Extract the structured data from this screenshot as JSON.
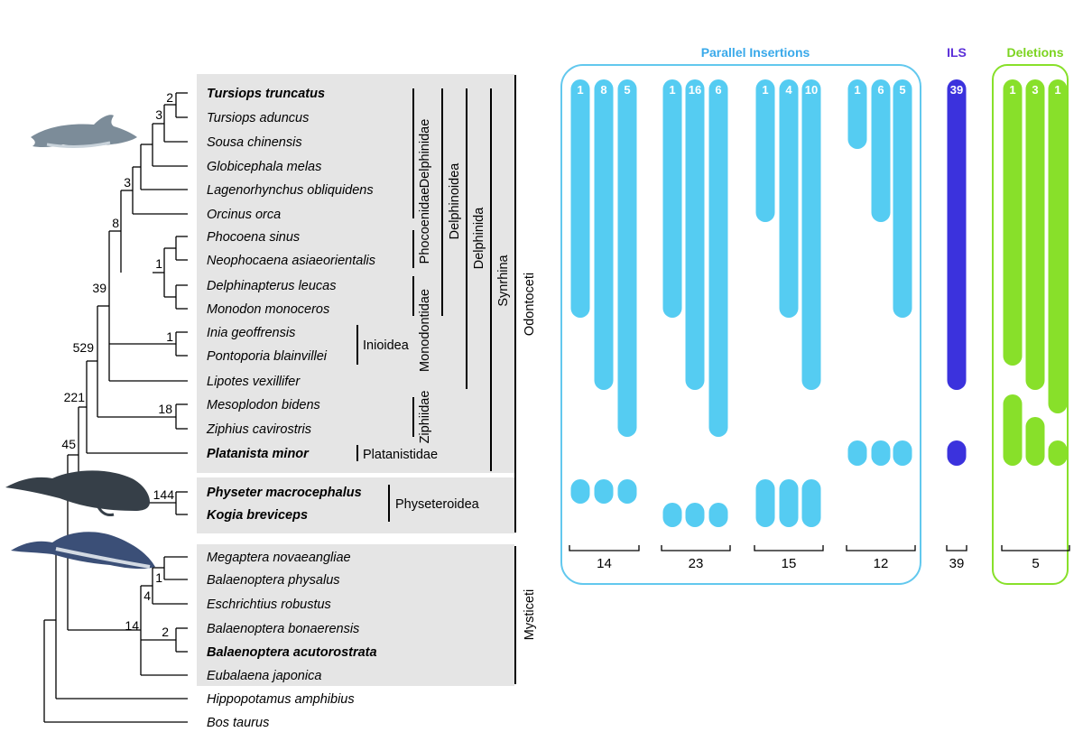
{
  "headers": {
    "parallel": "Parallel Insertions",
    "ils": "ILS",
    "deletions": "Deletions"
  },
  "colors": {
    "parallel": "#55ccf2",
    "parallel_border": "#62c8ee",
    "ils": "#3b32dd",
    "ils_header": "#5b2fd9",
    "deletions": "#88e02a",
    "panel_gray": "#e5e5e5",
    "line": "#000000"
  },
  "species": [
    {
      "name": "Tursiops truncatus",
      "bold": true
    },
    {
      "name": "Tursiops aduncus",
      "bold": false
    },
    {
      "name": "Sousa chinensis",
      "bold": false
    },
    {
      "name": "Globicephala melas",
      "bold": false
    },
    {
      "name": "Lagenorhynchus obliquidens",
      "bold": false
    },
    {
      "name": "Orcinus orca",
      "bold": false
    },
    {
      "name": "Phocoena sinus",
      "bold": false
    },
    {
      "name": "Neophocaena asiaeorientalis",
      "bold": false
    },
    {
      "name": "Delphinapterus leucas",
      "bold": false
    },
    {
      "name": "Monodon monoceros",
      "bold": false
    },
    {
      "name": "Inia geoffrensis",
      "bold": false
    },
    {
      "name": "Pontoporia blainvillei",
      "bold": false
    },
    {
      "name": "Lipotes vexillifer",
      "bold": false
    },
    {
      "name": "Mesoplodon bidens",
      "bold": false
    },
    {
      "name": "Ziphius cavirostris",
      "bold": false
    },
    {
      "name": "Platanista minor",
      "bold": true
    },
    {
      "name": "Physeter macrocephalus",
      "bold": true
    },
    {
      "name": "Kogia breviceps",
      "bold": true
    },
    {
      "name": "Megaptera novaeangliae",
      "bold": false
    },
    {
      "name": "Balaenoptera physalus",
      "bold": false
    },
    {
      "name": "Eschrichtius robustus",
      "bold": false
    },
    {
      "name": "Balaenoptera bonaerensis",
      "bold": false
    },
    {
      "name": "Balaenoptera acutorostrata",
      "bold": true
    },
    {
      "name": "Eubalaena japonica",
      "bold": false
    },
    {
      "name": "Hippopotamus amphibius",
      "bold": false
    },
    {
      "name": "Bos taurus",
      "bold": false
    }
  ],
  "node_support": [
    "2",
    "3",
    "3",
    "8",
    "1",
    "39",
    "1",
    "529",
    "18",
    "221",
    "45",
    "144",
    "1",
    "4",
    "2",
    "14"
  ],
  "clades": {
    "delphinidae": "Delphinidae",
    "phocoenidae": "Phocoenidae",
    "monodontidae": "Monodontidae",
    "delphinoidea": "Delphinoidea",
    "delphinida": "Delphinida",
    "synrhina": "Synrhina",
    "odontoceti": "Odontoceti",
    "mysticeti": "Mysticeti",
    "inioidea": "Inioidea",
    "ziphiidae": "Ziphiidae",
    "platanistidae": "Platanistidae",
    "physeteroidea": "Physeteroidea"
  },
  "parallel_groups": [
    {
      "counts": [
        "1",
        "8",
        "5"
      ],
      "total": "14"
    },
    {
      "counts": [
        "1",
        "16",
        "6"
      ],
      "total": "23"
    },
    {
      "counts": [
        "1",
        "4",
        "10"
      ],
      "total": "15"
    },
    {
      "counts": [
        "1",
        "6",
        "5"
      ],
      "total": "12"
    }
  ],
  "ils": {
    "count": "39",
    "total": "39"
  },
  "deletions": {
    "counts": [
      "1",
      "3",
      "1"
    ],
    "total": "5"
  }
}
